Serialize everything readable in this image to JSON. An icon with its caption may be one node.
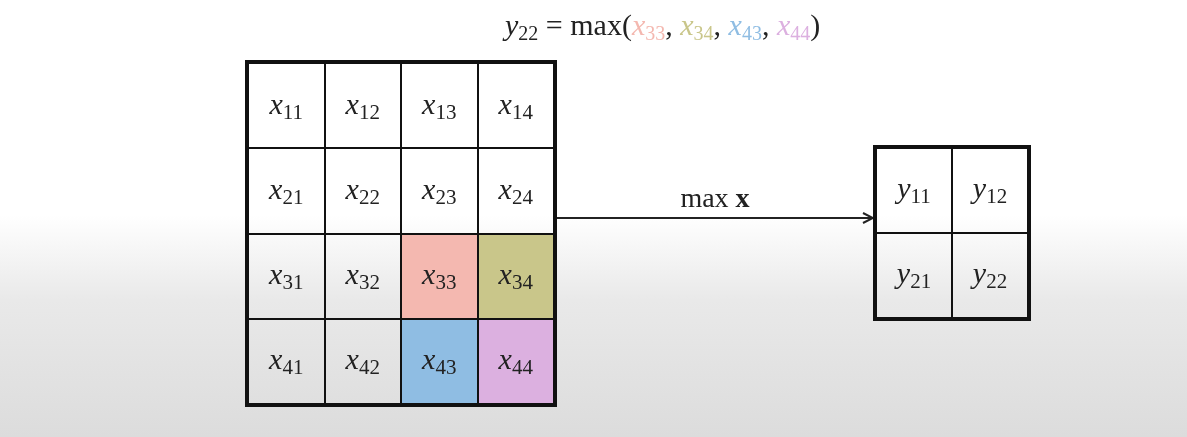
{
  "diagram": {
    "title": "*y*$_{22}$ = max(*x*$_{33}$, *x*$_{34}$, *x*$_{43}$, *x*$_{44}$)",
    "nodes": [
      {
        "text": [],
        "shape": "box"
      },
      {
        "text": [
          "*x*$_{11}$"
        ],
        "in": 0
      },
      {
        "text": [
          "*x*$_{12}$"
        ],
        "in": 0
      },
      {
        "text": [
          "*x*$_{13}$"
        ],
        "in": 0
      },
      {
        "text": [
          "*x*$_{14}$"
        ],
        "in": 0
      },
      {
        "text": [
          "*x*$_{21}$"
        ],
        "in": 0
      },
      {
        "text": [
          "*x*$_{22}$"
        ],
        "in": 0
      },
      {
        "text": [
          "*x*$_{23}$"
        ],
        "in": 0
      },
      {
        "text": [
          "*x*$_{24}$"
        ],
        "in": 0
      },
      {
        "text": [
          "*x*$_{31}$"
        ],
        "in": 0
      },
      {
        "text": [
          "*x*$_{32}$"
        ],
        "in": 0
      },
      {
        "text": [
          "*x*$_{33}$"
        ],
        "in": 0
      },
      {
        "text": [
          "*x*$_{34}$"
        ],
        "in": 0
      },
      {
        "text": [
          "*x*$_{41}$"
        ],
        "in": 0
      },
      {
        "text": [
          "*x*$_{42}$"
        ],
        "in": 0
      },
      {
        "text": [
          "*x*$_{43}$"
        ],
        "in": 0
      },
      {
        "text": [
          "*x*$_{44}$"
        ],
        "in": 0
      },
      {
        "text": [],
        "shape": "box"
      },
      {
        "text": [
          "*y*$_{11}$"
        ],
        "in": 17
      },
      {
        "text": [
          "*y*$_{12}$"
        ],
        "in": 17
      },
      {
        "text": [
          "*y*$_{21}$"
        ],
        "in": 17
      },
      {
        "text": [
          "*y*$_{22}$"
        ],
        "in": 17
      }
    ],
    "edges": [
      {
        "from": 0,
        "to": 17,
        "arrow": "to",
        "label": "max **x**"
      }
    ]
  }
}
